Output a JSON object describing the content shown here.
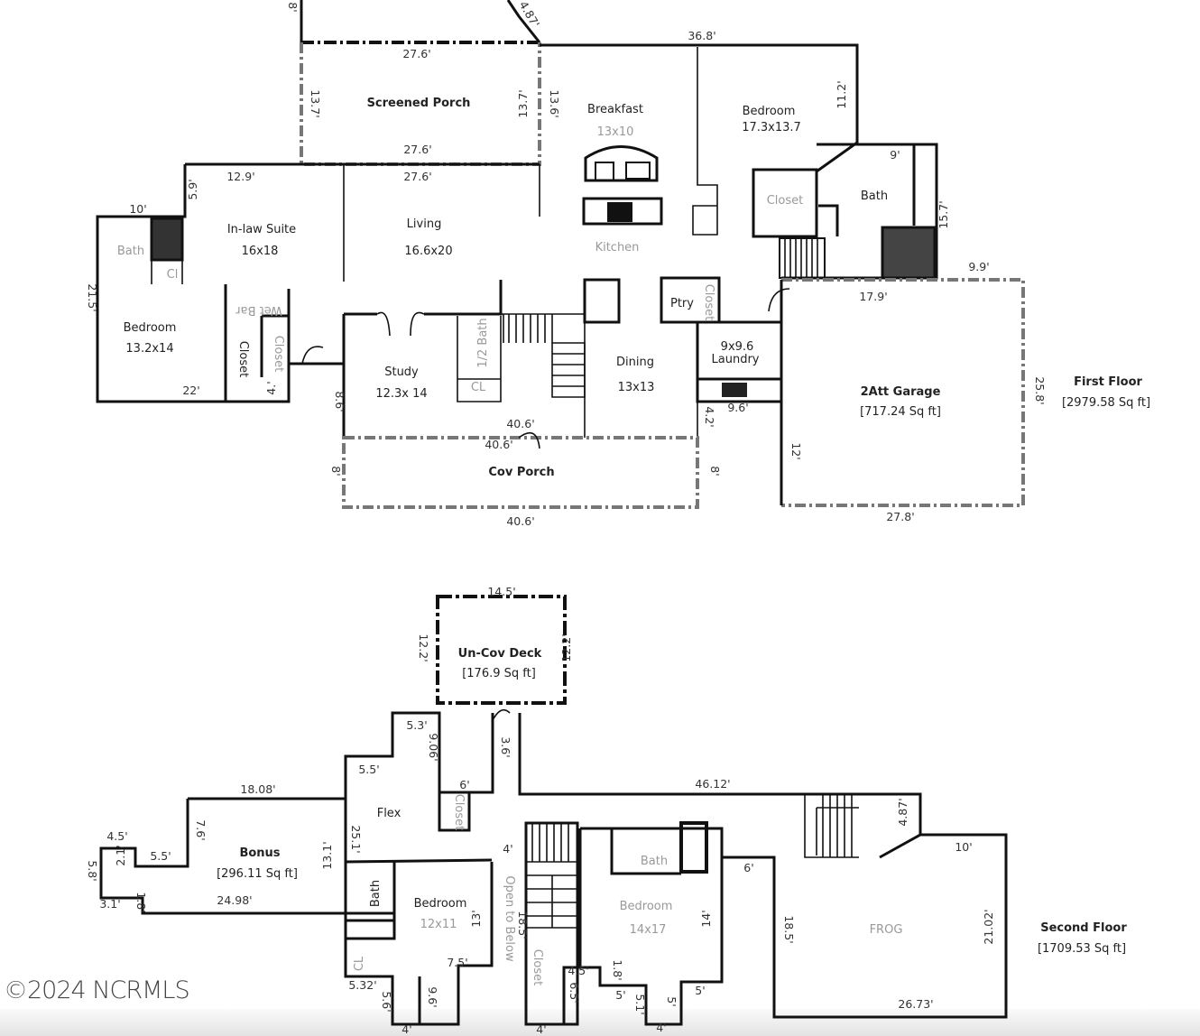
{
  "first_floor": {
    "title": "First Floor",
    "area": "[2979.58 Sq ft]",
    "rooms": [
      {
        "name": "Screened Porch"
      },
      {
        "name": "Breakfast",
        "size": "13x10"
      },
      {
        "name": "Bedroom",
        "size": "17.3x13.7"
      },
      {
        "name": "Closet"
      },
      {
        "name": "Bath"
      },
      {
        "name": "In-law Suite",
        "size": "16x18"
      },
      {
        "name": "Living",
        "size": "16.6x20"
      },
      {
        "name": "Kitchen"
      },
      {
        "name": "Bath"
      },
      {
        "name": "Cl"
      },
      {
        "name": "Bedroom",
        "size": "13.2x14"
      },
      {
        "name": "Wet Bar"
      },
      {
        "name": "Closet"
      },
      {
        "name": "Closet"
      },
      {
        "name": "Study",
        "size": "12.3x 14"
      },
      {
        "name": "1/2 Bath"
      },
      {
        "name": "CL"
      },
      {
        "name": "Dining",
        "size": "13x13"
      },
      {
        "name": "Ptry"
      },
      {
        "name": "Closet"
      },
      {
        "name": "Laundry",
        "size": "9x9.6"
      },
      {
        "name": "2Att Garage",
        "size": "[717.24 Sq ft]"
      },
      {
        "name": "Cov Porch"
      }
    ],
    "dimensions": [
      "8'",
      "4.87'",
      "27.6'",
      "36.8'",
      "13.7'",
      "13.7'",
      "13.6'",
      "27.6'",
      "27.6'",
      "12.9'",
      "5.9'",
      "10'",
      "11.2'",
      "9'",
      "15.7'",
      "9.9'",
      "17.9'",
      "21.5'",
      "22'",
      "4.'",
      "8.6'",
      "40.6'",
      "40.6'",
      "8'",
      "8'",
      "40.6'",
      "9.6'",
      "4.2'",
      "12'",
      "25.8'",
      "27.8'"
    ]
  },
  "second_floor": {
    "title": "Second Floor",
    "area": "[1709.53 Sq ft]",
    "rooms": [
      {
        "name": "Un-Cov Deck",
        "size": "[176.9 Sq ft]"
      },
      {
        "name": "Flex"
      },
      {
        "name": "Closet"
      },
      {
        "name": "Bonus",
        "size": "[296.11 Sq ft]"
      },
      {
        "name": "Bath"
      },
      {
        "name": "Bedroom",
        "size": "12x11"
      },
      {
        "name": "CL"
      },
      {
        "name": "Open to Below"
      },
      {
        "name": "Closet"
      },
      {
        "name": "Bath"
      },
      {
        "name": "Bedroom",
        "size": "14x17"
      },
      {
        "name": "FROG"
      }
    ],
    "dimensions": [
      "14.5'",
      "12.2'",
      "12.2'",
      "5.3'",
      "9.06'",
      "5.5'",
      "6'",
      "3.6'",
      "46.12'",
      "18.08'",
      "7.6'",
      "25.1'",
      "13.1'",
      "4.5'",
      "5.5'",
      "2.1'",
      "5.8'",
      "3.1'",
      "1.8'",
      "24.98'",
      "4'",
      "13'",
      "18.5'",
      "7.5'",
      "5.32'",
      "5.6'",
      "9.6'",
      "4'",
      "4'",
      "6.5'",
      "4.5'",
      "1.8'",
      "5'",
      "5.1'",
      "5'",
      "4'",
      "5'",
      "14'",
      "6'",
      "4.87'",
      "10'",
      "18.5'",
      "21.02'",
      "26.73'"
    ]
  },
  "watermark": "©2024 NCRMLS"
}
